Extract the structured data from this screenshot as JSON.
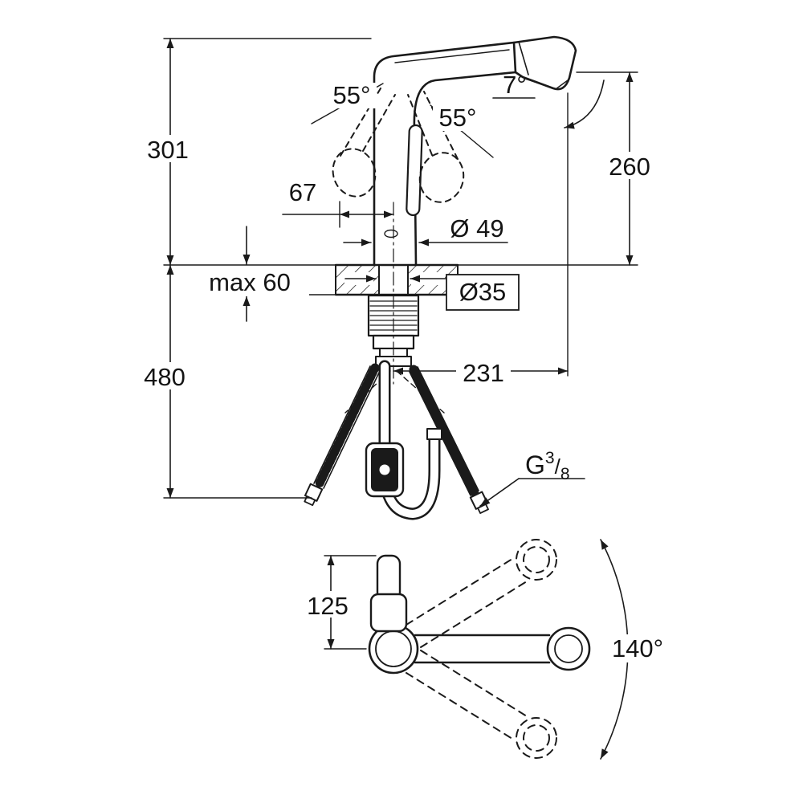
{
  "meta": {
    "background": "#ffffff",
    "line_color": "#1a1a1a",
    "drawing_type": "faucet-dimension-drawing"
  },
  "labels": {
    "total_height": "301",
    "spout_height": "260",
    "handle_offset": "67",
    "handle_angle_left": "55°",
    "handle_angle_right": "55°",
    "spray_angle": "7°",
    "spout_diameter": "Ø 49",
    "deck_thickness": "max 60",
    "hole_diameter": "Ø35",
    "below_deck_height": "480",
    "spout_reach": "231",
    "thread_letter": "G",
    "thread_numerator": "3",
    "thread_slash": "/",
    "thread_denominator": "8",
    "plan_handle_depth": "125",
    "swivel_angle": "140°"
  }
}
